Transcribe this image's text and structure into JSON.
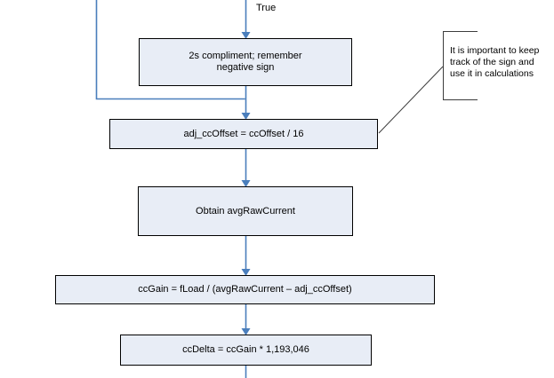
{
  "diagram": {
    "true_label": "True",
    "nodes": {
      "twos_complement": {
        "lines": [
          "2s compliment; remember",
          "negative sign"
        ]
      },
      "adj_ccoffset": {
        "label": "adj_ccOffset = ccOffset / 16"
      },
      "obtain_avg": {
        "label": "Obtain avgRawCurrent"
      },
      "ccgain": {
        "label": "ccGain = fLoad / (avgRawCurrent – adj_ccOffset)"
      },
      "ccdelta": {
        "label": "ccDelta = ccGain * 1,193,046"
      }
    },
    "note": {
      "lines": [
        "It is important to keep",
        "track of the sign and",
        "use it in calculations"
      ]
    },
    "colors": {
      "connector": "#4a7ebc",
      "node_fill": "#e8edf6",
      "node_border": "#000000",
      "note_line": "#3c3c3c"
    }
  }
}
